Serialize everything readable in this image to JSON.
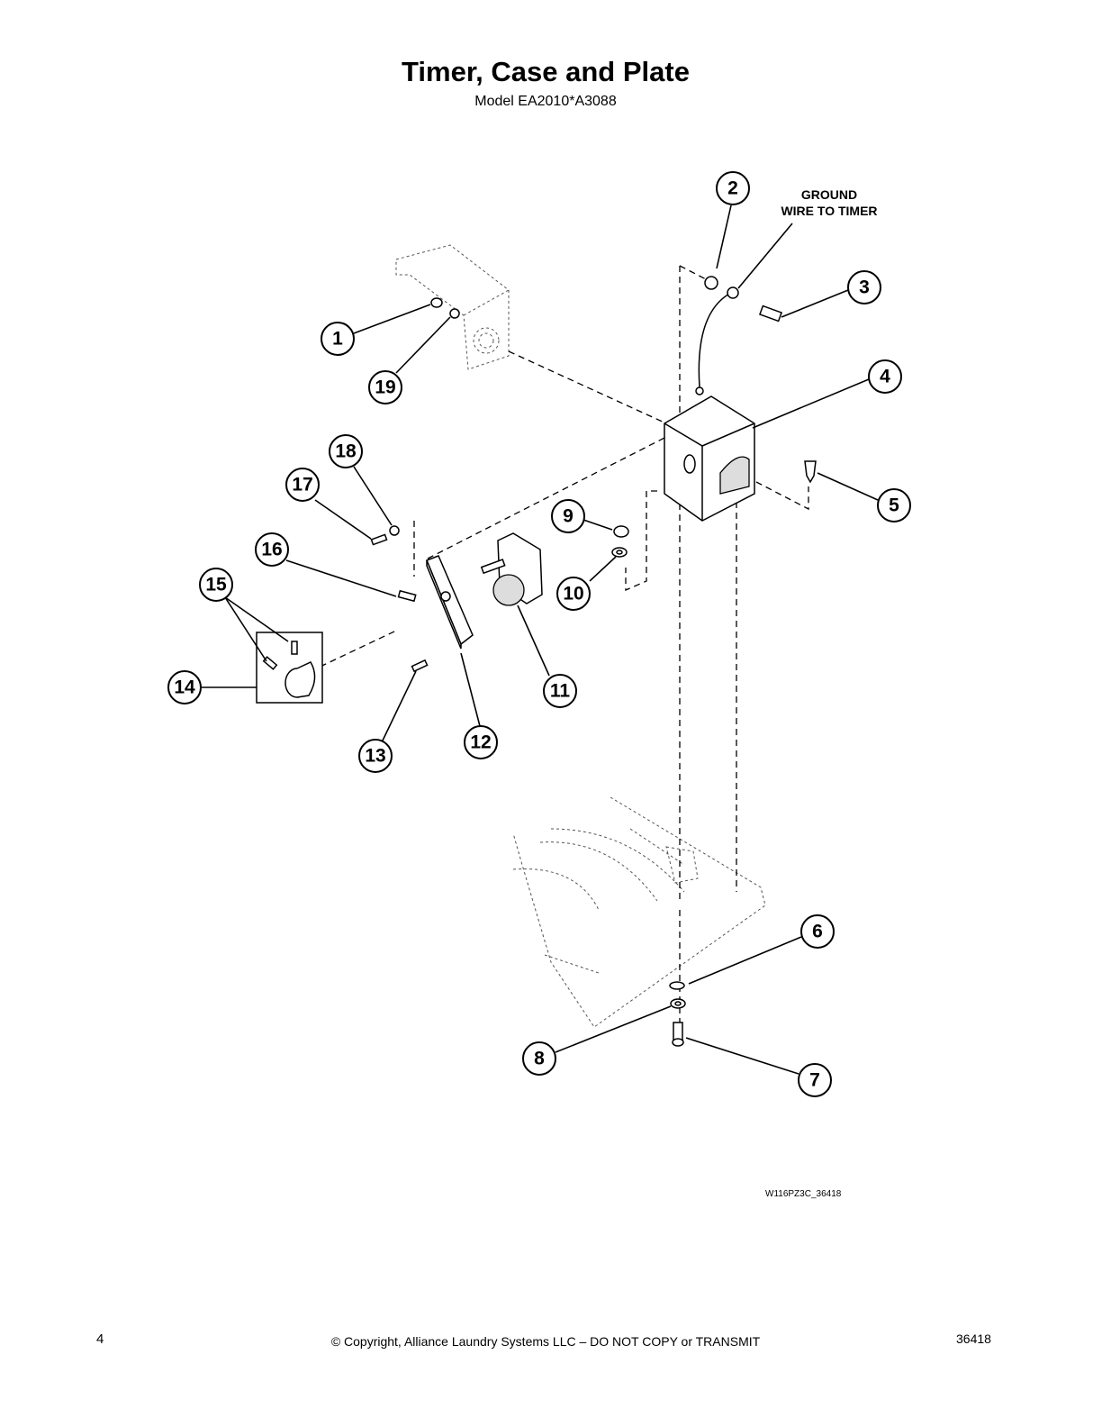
{
  "header": {
    "title": "Timer, Case and Plate",
    "model": "Model EA2010*A3088"
  },
  "diagram": {
    "ground_note_line1": "GROUND",
    "ground_note_line2": "WIRE TO TIMER",
    "callouts": [
      "1",
      "2",
      "3",
      "4",
      "5",
      "6",
      "7",
      "8",
      "9",
      "10",
      "11",
      "12",
      "13",
      "14",
      "15",
      "16",
      "17",
      "18",
      "19"
    ]
  },
  "footer": {
    "drawing_id": "W116PZ3C_36418",
    "page_number": "4",
    "copyright": "© Copyright, Alliance Laundry Systems LLC – DO NOT COPY or TRANSMIT",
    "doc_number": "36418"
  }
}
